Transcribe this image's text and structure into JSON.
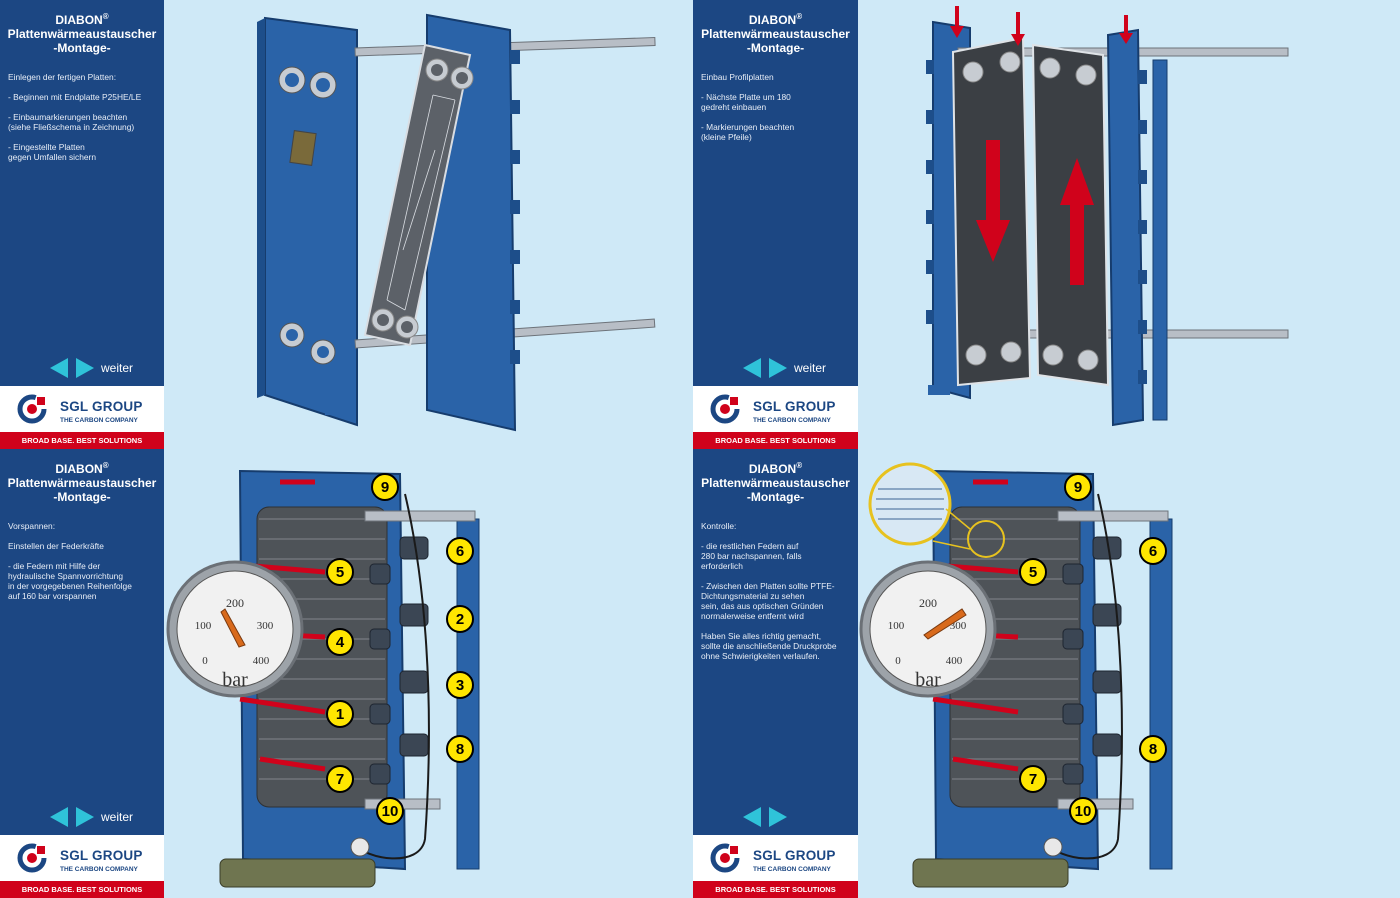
{
  "panels": [
    {
      "title_line1": "DIABON",
      "reg": "®",
      "title_line2": "Plattenwärmeaustauscher",
      "title_line3": "-Montage-",
      "paragraphs": [
        "Einlegen der fertigen Platten:",
        "- Beginnen mit Endplatte P25HE/LE",
        "- Einbaumarkierungen beachten\n  (siehe Fließschema in Zeichnung)",
        "- Eingestellte Platten\n  gegen Umfallen sichern"
      ],
      "nav_label": "weiter"
    },
    {
      "title_line1": "DIABON",
      "reg": "®",
      "title_line2": "Plattenwärmeaustauscher",
      "title_line3": "-Montage-",
      "paragraphs": [
        "Einbau Profilplatten",
        "- Nächste Platte um 180\n  gedreht einbauen",
        "- Markierungen beachten\n  (kleine Pfeile)"
      ],
      "nav_label": "weiter"
    },
    {
      "title_line1": "DIABON",
      "reg": "®",
      "title_line2": "Plattenwärmeaustauscher",
      "title_line3": "-Montage-",
      "paragraphs": [
        "Vorspannen:",
        "Einstellen der Federkräfte",
        "- die Federn mit Hilfe der\n  hydraulische Spannvorrichtung\n  in der vorgegebenen Reihenfolge\n  auf 160 bar vorspannen"
      ],
      "nav_label": "weiter",
      "gauge_unit": "bar",
      "gauge_ticks": [
        "0",
        "100",
        "200",
        "300",
        "400"
      ],
      "gauge_value": 160,
      "bolt_numbers": [
        "9",
        "5",
        "6",
        "2",
        "4",
        "3",
        "1",
        "8",
        "7",
        "10"
      ]
    },
    {
      "title_line1": "DIABON",
      "reg": "®",
      "title_line2": "Plattenwärmeaustauscher",
      "title_line3": "-Montage-",
      "paragraphs": [
        "Kontrolle:",
        "- die restlichen Federn auf\n  280 bar nachspannen, falls\n  erforderlich",
        "- Zwischen den Platten sollte PTFE-\n  Dichtungsmaterial zu sehen\n  sein, das aus optischen Gründen\n  normalerweise entfernt wird",
        "Haben Sie alles richtig gemacht,\nsollte die anschließende Druckprobe\nohne Schwierigkeiten verlaufen."
      ],
      "nav_label": "",
      "gauge_unit": "bar",
      "gauge_ticks": [
        "0",
        "100",
        "200",
        "300",
        "400"
      ],
      "gauge_value": 280,
      "bolt_numbers": [
        "9",
        "5",
        "6",
        "8",
        "7",
        "10"
      ]
    }
  ],
  "logo": {
    "name": "SGL GROUP",
    "sub": "THE CARBON COMPANY",
    "slogan": "BROAD BASE. BEST SOLUTIONS"
  },
  "colors": {
    "sidebar": "#1c4783",
    "background": "#cfe9f7",
    "frame_blue": "#2a63a8",
    "plate_gray": "#555a60",
    "accent_red": "#d0021b",
    "nav_cyan": "#2fc3d9"
  }
}
